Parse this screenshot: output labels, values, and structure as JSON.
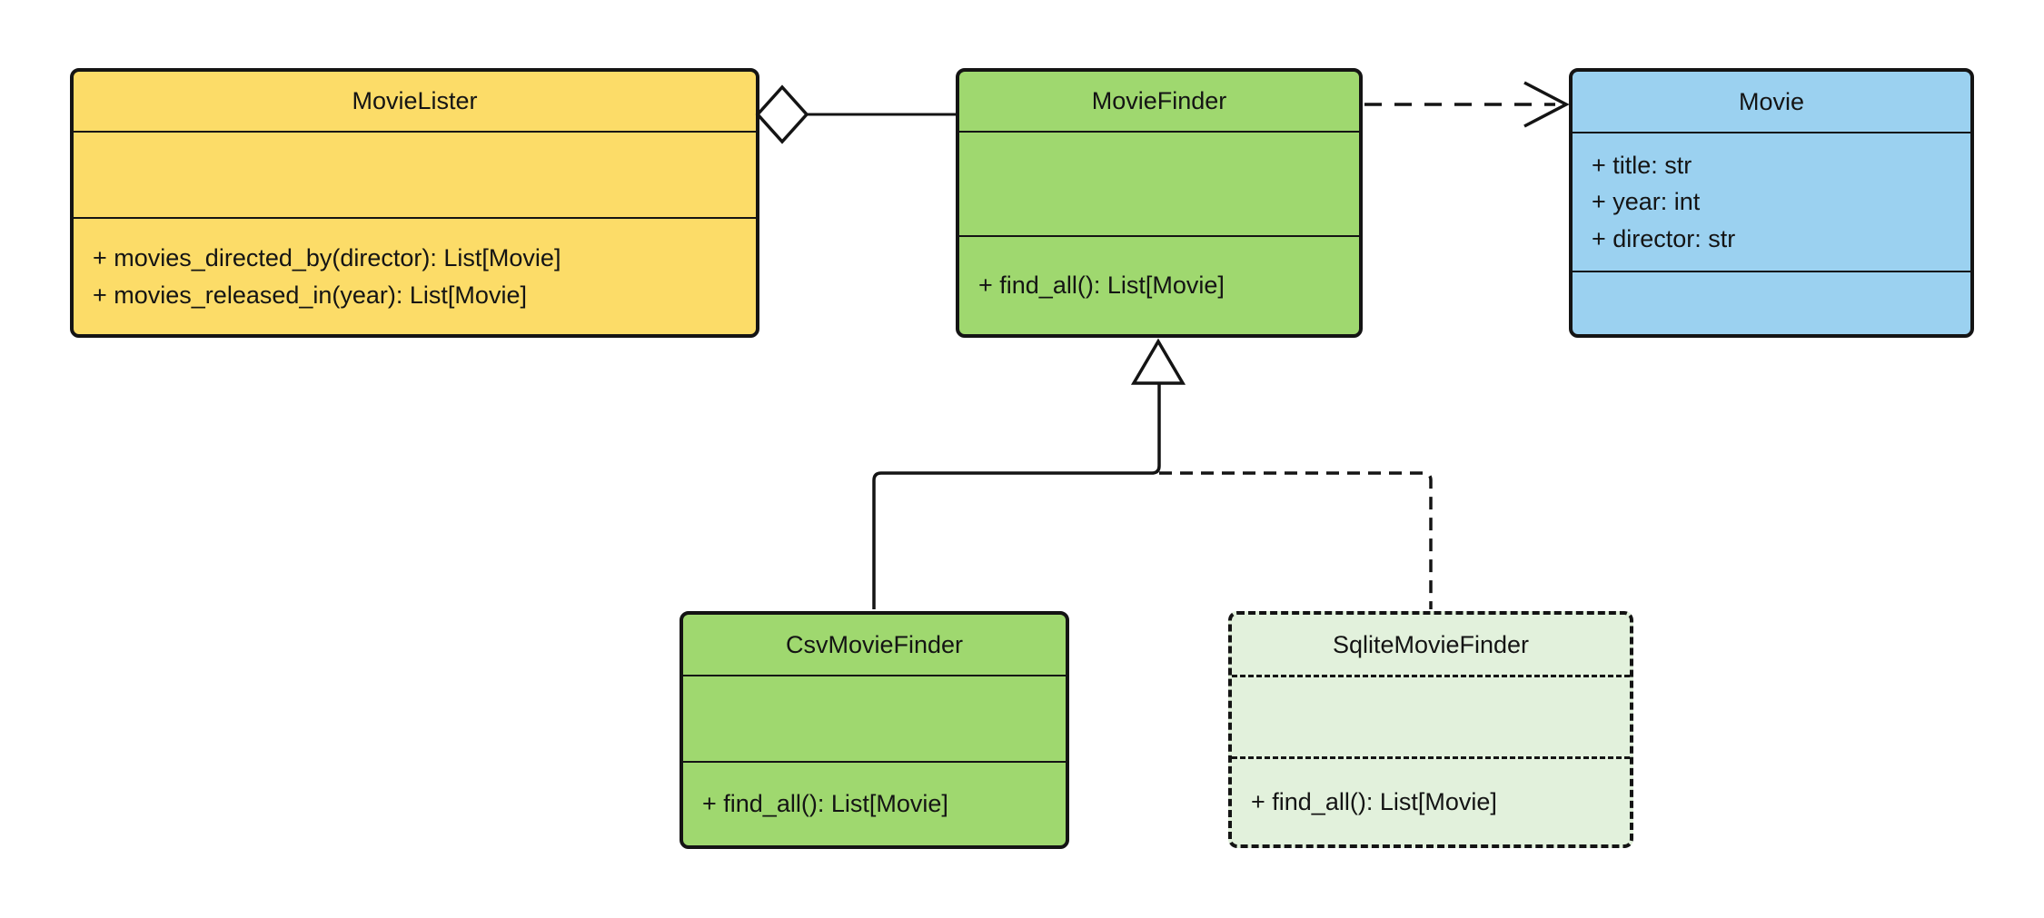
{
  "diagram": {
    "kind": "uml-class-diagram",
    "background": "#ffffff"
  },
  "colors": {
    "box-yellow": "#fcdc68",
    "box-green": "#9fd86f",
    "box-blue": "#9bd1f0",
    "box-green-light": "#e2f1dc",
    "line": "#141414",
    "text": "#141414"
  },
  "classes": {
    "movie_lister": {
      "name": "MovieLister",
      "attributes": [],
      "methods": [
        "+ movies_directed_by(director): List[Movie]",
        "+ movies_released_in(year): List[Movie]"
      ],
      "fill": "#fcdc68",
      "border_style": "solid"
    },
    "movie_finder": {
      "name": "MovieFinder",
      "attributes": [],
      "methods": [
        "+ find_all(): List[Movie]"
      ],
      "fill": "#9fd86f",
      "border_style": "solid"
    },
    "movie": {
      "name": "Movie",
      "attributes": [
        "+ title: str",
        "+ year: int",
        "+ director: str"
      ],
      "methods": [],
      "fill": "#9bd1f0",
      "border_style": "solid"
    },
    "csv_movie_finder": {
      "name": "CsvMovieFinder",
      "attributes": [],
      "methods": [
        "+ find_all(): List[Movie]"
      ],
      "fill": "#9fd86f",
      "border_style": "solid"
    },
    "sqlite_movie_finder": {
      "name": "SqliteMovieFinder",
      "attributes": [],
      "methods": [
        "+ find_all(): List[Movie]"
      ],
      "fill": "#e2f1dc",
      "border_style": "dashed"
    }
  },
  "relationships": [
    {
      "type": "aggregation",
      "from": "MovieLister",
      "to": "MovieFinder",
      "line": "solid",
      "marker": "hollow-diamond-at-source"
    },
    {
      "type": "dependency",
      "from": "MovieFinder",
      "to": "Movie",
      "line": "dashed",
      "marker": "open-arrow-at-target"
    },
    {
      "type": "generalization",
      "from": "CsvMovieFinder",
      "to": "MovieFinder",
      "line": "solid",
      "marker": "hollow-triangle-at-target"
    },
    {
      "type": "generalization",
      "from": "SqliteMovieFinder",
      "to": "MovieFinder",
      "line": "dashed",
      "marker": "hollow-triangle-at-target"
    }
  ]
}
